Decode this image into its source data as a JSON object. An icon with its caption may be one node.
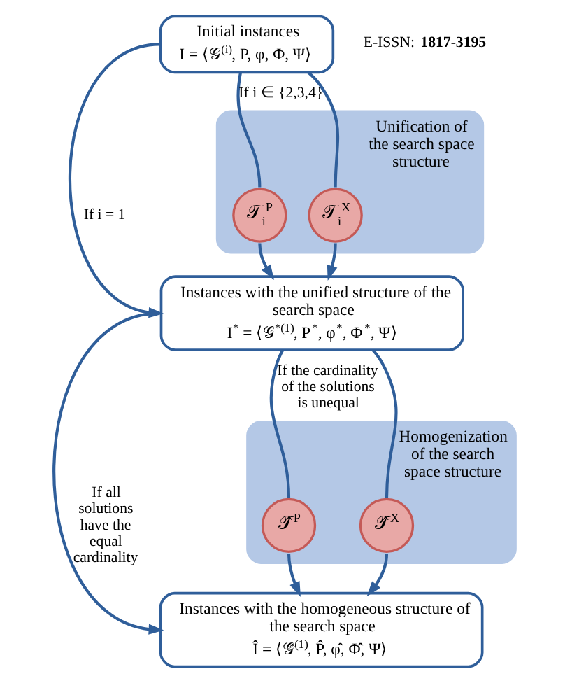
{
  "diagram": {
    "nodes": [
      {
        "text": [
          "Initial instances",
          "I = ⟨𝒢$^{(i)}$, P, φ, Φ, Ψ⟩"
        ]
      },
      {
        "text": [
          "Unification of the search space structure"
        ]
      },
      {
        "text": [
          "𝒯$_{i}$$^{P}$"
        ],
        "in": 1
      },
      {
        "text": [
          "𝒯$_{i}$$^{X}$"
        ],
        "in": 1
      },
      {
        "text": [
          "Instances with the unified structure of the search space",
          "I$^{*}$ = ⟨𝒢$^{*(1)}$, P$^{*}$, φ$^{*}$, Φ$^{*}$, Ψ⟩"
        ]
      },
      {
        "text": [
          "Homogenization of the search space structure"
        ]
      },
      {
        "text": [
          "𝒯̂$^{P}$"
        ],
        "in": 5
      },
      {
        "text": [
          "𝒯̂$^{X}$"
        ],
        "in": 5
      },
      {
        "text": [
          "Instances with the homogeneous structure of the search space",
          "Î = ⟨𝒢̂$^{(1)}$, P̂, φ̂, Φ̂, Ψ⟩"
        ]
      }
    ],
    "edges": [
      {
        "from": 0,
        "to": 4,
        "arrow": "to",
        "label": "If i = 1"
      },
      {
        "from": 0,
        "to": 2,
        "arrow": "none",
        "label": "If i ∈ {2,3,4}"
      },
      {
        "from": 2,
        "to": 4,
        "arrow": "to"
      },
      {
        "from": 0,
        "to": 3,
        "arrow": "none"
      },
      {
        "from": 3,
        "to": 4,
        "arrow": "to"
      },
      {
        "from": 4,
        "to": 8,
        "arrow": "to",
        "label": "If all solutions have the equal cardinality"
      },
      {
        "from": 4,
        "to": 6,
        "arrow": "none",
        "label": "If the cardinality of the solutions is unequal"
      },
      {
        "from": 6,
        "to": 8,
        "arrow": "to"
      },
      {
        "from": 4,
        "to": 7,
        "arrow": "none"
      },
      {
        "from": 7,
        "to": 8,
        "arrow": "to"
      }
    ],
    "labels": [
      "E-ISSN: **1817-3195**"
    ]
  }
}
